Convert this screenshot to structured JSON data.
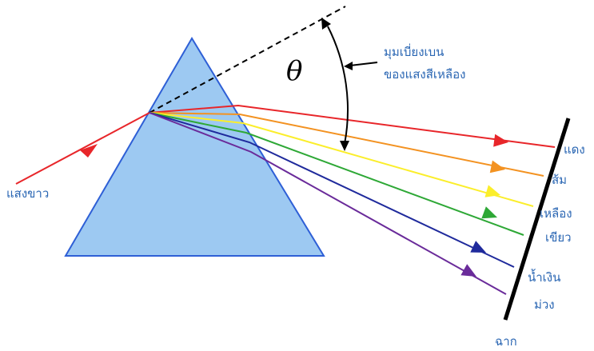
{
  "diagram": {
    "title": "",
    "theta_symbol": "θ",
    "incident_label": "แสงขาว",
    "angle_label_line1": "มุมเบี่ยงเบน",
    "angle_label_line2": "ของแสงสีเหลือง",
    "screen_label": "ฉาก",
    "rays": [
      {
        "name": "แดง",
        "color": "#e8262a"
      },
      {
        "name": "ส้ม",
        "color": "#f39221"
      },
      {
        "name": "เหลือง",
        "color": "#fbee2b"
      },
      {
        "name": "เขียว",
        "color": "#2ea836"
      },
      {
        "name": "น้ำเงิน",
        "color": "#1f2a9c"
      },
      {
        "name": "ม่วง",
        "color": "#6a2b9a"
      }
    ],
    "colors": {
      "prism_fill": "#9dc9f2",
      "prism_stroke": "#2e5fd6",
      "incident_ray": "#e8262a",
      "label_text": "#2a66b3"
    }
  }
}
